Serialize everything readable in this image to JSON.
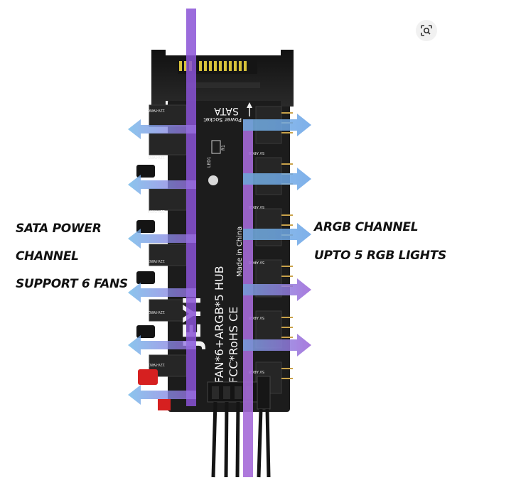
{
  "left_caption": [
    "SATA POWER",
    "CHANNEL",
    "SUPPORT 6 FANS"
  ],
  "right_caption": [
    "ARGB CHANNEL",
    "UPTO 5 RGB LIGHTS"
  ],
  "board": {
    "brand": "JEYI",
    "model": "FAN*6+ARGB*5  HUB",
    "cert": "FCC*RoHS CE",
    "origin": "Made in China",
    "sata_label": "SATA",
    "socket_label": "Power Socket",
    "led_label": "LED1",
    "r_label": "R1",
    "fan_labels": [
      "12V-FAN6",
      "12V-FAN5",
      "12V-FAN4",
      "12V-FAN3",
      "12V-FAN2",
      "12V-FAN1"
    ],
    "argb_labels": [
      "5V ARGB",
      "5V ARGB",
      "5V ARGB",
      "5V ARGB",
      "5V ARGB"
    ]
  },
  "icons": {
    "lens": "image-search-icon"
  },
  "colors": {
    "board": "#1b1b1b",
    "sata_pins": "#d7c23a",
    "fan_flow": "#7aaee6",
    "argb_flow": "#a56ad8",
    "power_wire": "#8a52d6"
  }
}
